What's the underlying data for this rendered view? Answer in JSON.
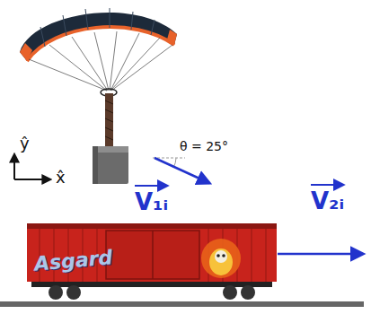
{
  "diagram": {
    "labels": [
      "ŷ",
      "θ = 25°",
      "x̂",
      "V₁ᵢ",
      "V₂ᵢ",
      "Asgard"
    ]
  }
}
